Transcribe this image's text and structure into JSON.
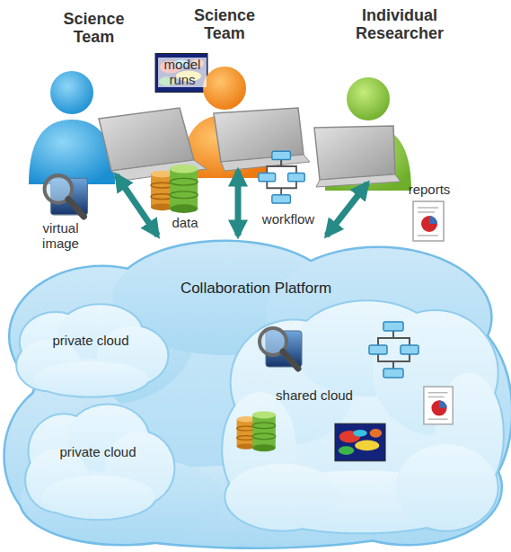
{
  "diagram": {
    "nodes": [
      {
        "text": [
          "Science Team"
        ]
      },
      {
        "text": [
          "Science Team"
        ]
      },
      {
        "text": [
          "Individual Researcher"
        ]
      },
      {
        "text": [
          "Collaboration Platform"
        ]
      },
      {
        "text": [
          "private cloud"
        ],
        "in": 3
      },
      {
        "text": [
          "shared cloud"
        ],
        "in": 3
      },
      {
        "text": [
          "private cloud"
        ],
        "in": 3
      }
    ],
    "edges": [
      {
        "from": 0,
        "to": 3,
        "arrow": "both"
      },
      {
        "from": 1,
        "to": 3,
        "arrow": "both"
      },
      {
        "from": 2,
        "to": 3,
        "arrow": "both"
      }
    ],
    "labels": [
      "model runs",
      "virtual image",
      "data",
      "workflow",
      "reports"
    ]
  }
}
